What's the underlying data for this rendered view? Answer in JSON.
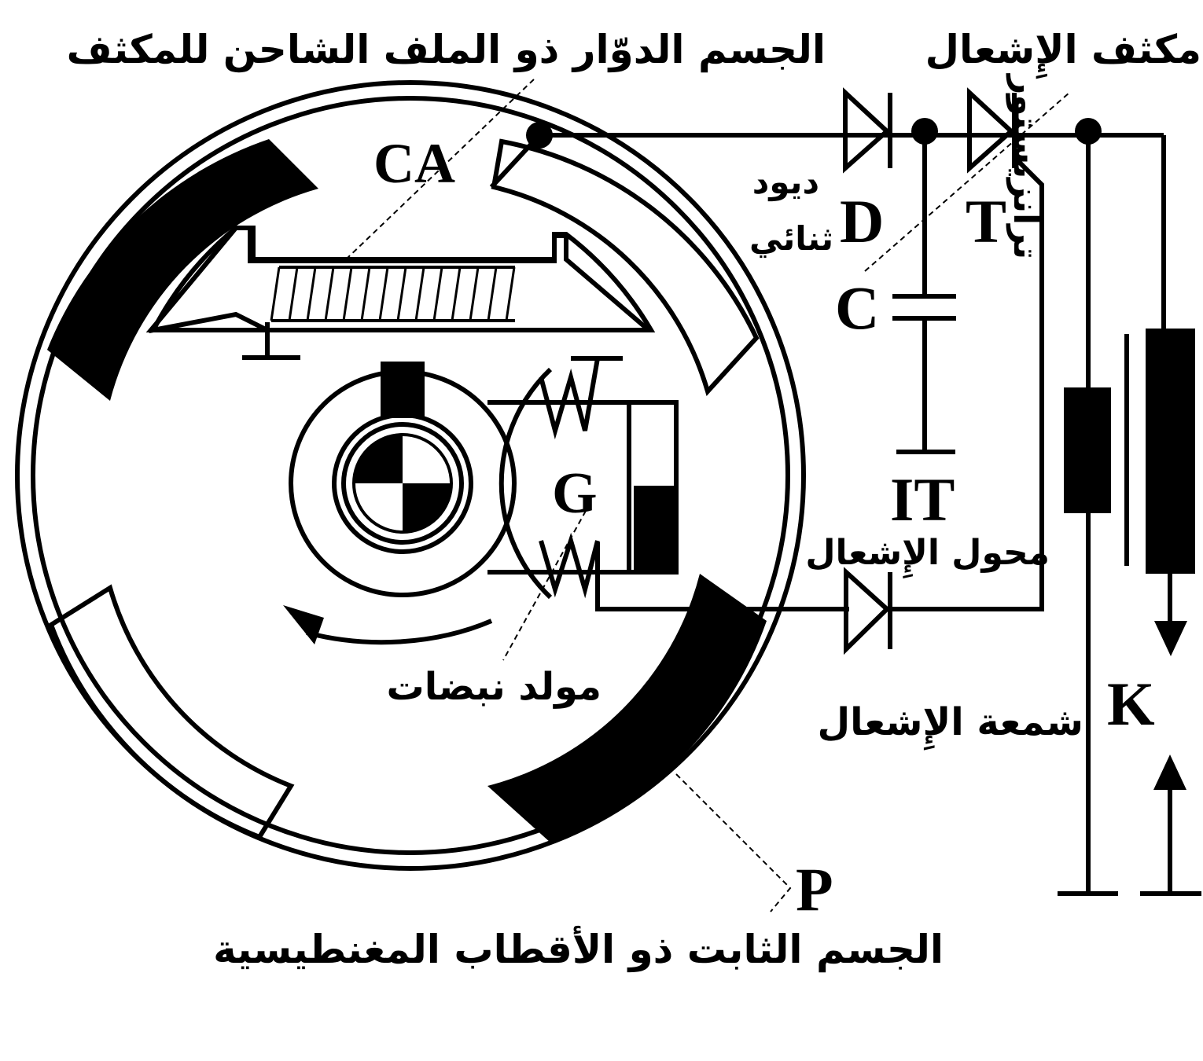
{
  "labels": {
    "rotor": "الجسم الدوّار ذو الملف الشاحن للمكثف",
    "ignition_capacitor": "مكثف الإِشعال",
    "diode_ar_line1": "ديود",
    "diode_ar_line2": "ثنائي",
    "thyristor": "ترانزيستور",
    "ignition_transformer": "محول الإِشعال",
    "spark_plug": "شمعة الإِشعال",
    "pulse_generator": "مولد نبضات",
    "stator": "الجسم الثابت ذو الأقطاب المغنطيسية"
  },
  "symbols": {
    "CA": "CA",
    "D": "D",
    "T": "T",
    "C": "C",
    "IT": "IT",
    "G": "G",
    "K": "K",
    "P": "P"
  }
}
